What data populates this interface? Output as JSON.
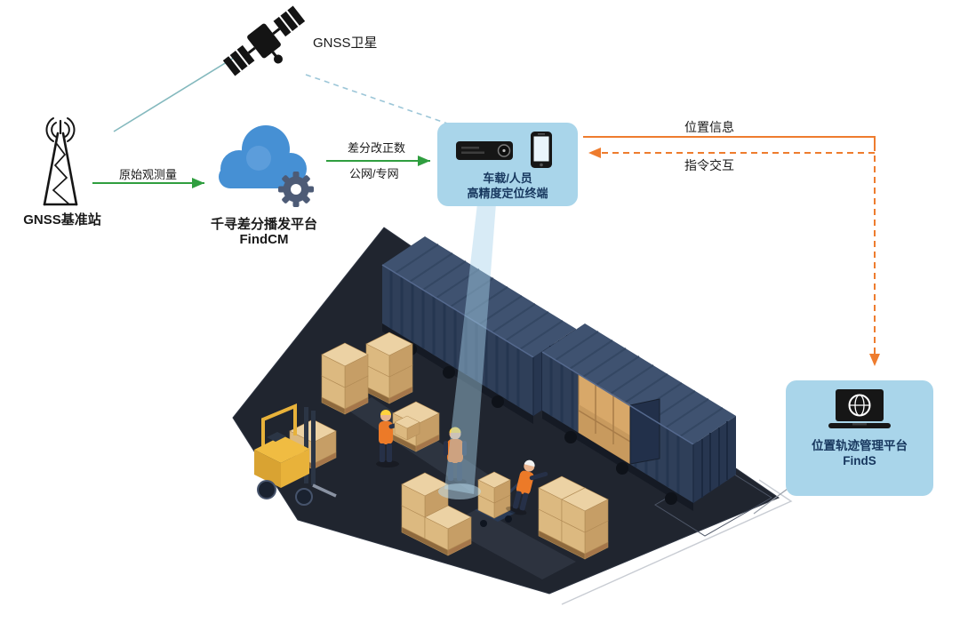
{
  "nodes": {
    "satellite": {
      "label": "GNSS卫星"
    },
    "base_station": {
      "label": "GNSS基准站"
    },
    "findcm": {
      "title": "千寻差分播发平台",
      "subtitle": "FindCM"
    },
    "terminal": {
      "line1": "车载/人员",
      "line2": "高精度定位终端"
    },
    "finds": {
      "title": "位置轨迹管理平台",
      "subtitle": "FindS"
    }
  },
  "edges": {
    "raw_observation": {
      "label": "原始观测量"
    },
    "corrections": {
      "line1": "差分改正数",
      "line2": "公网/专网"
    },
    "position_info": {
      "label": "位置信息"
    },
    "command_exchange": {
      "label": "指令交互"
    }
  },
  "colors": {
    "green_arrow": "#2f9e3f",
    "orange_arrow": "#ee7c2e",
    "teal_line": "#84b9be",
    "dashed_line": "#9cc6d8",
    "node_bg": "#a9d5ea",
    "node_text": "#17375e",
    "cloud_blue": "#4690d4",
    "gear_gray": "#4d5b76",
    "beam_blue": "#a9d2ea",
    "label_text": "#1a1a1a"
  }
}
